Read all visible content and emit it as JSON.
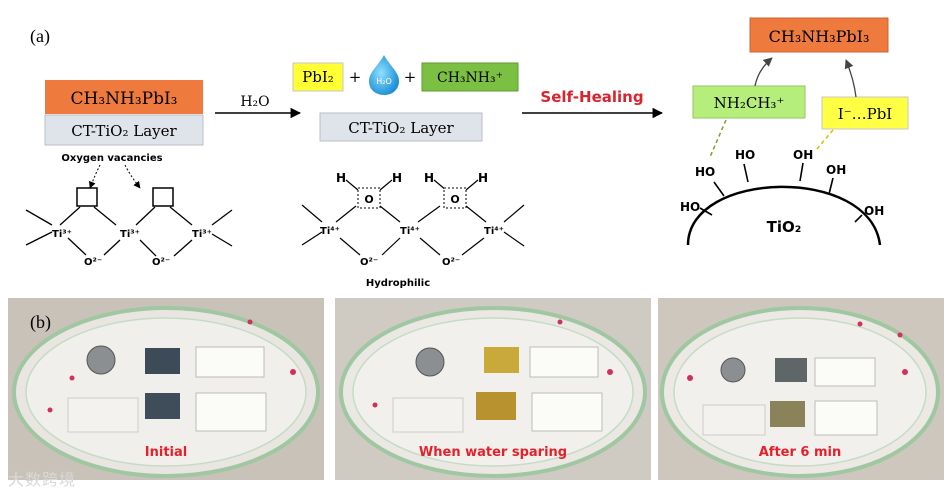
{
  "panel_a": {
    "label": "(a)",
    "left": {
      "perovskite": "CH₃NH₃PbI₃",
      "layer": "CT-TiO₂ Layer",
      "note": "Oxygen vacancies",
      "ti3_a": "Ti³⁺",
      "ti3_b": "Ti³⁺",
      "ti3_c": "Ti³⁺",
      "o2_a": "O²⁻",
      "o2_b": "O²⁻"
    },
    "arrow1_label": "H₂O",
    "middle": {
      "pbi2": "PbI₂",
      "plus1": "+",
      "water": "H₂O",
      "plus2": "+",
      "methylammonium": "CH₃NH₃⁺",
      "layer": "CT-TiO₂ Layer",
      "h1": "H",
      "h2": "H",
      "h3": "H",
      "h4": "H",
      "o_1": "O",
      "o_2": "O",
      "ti4_a": "Ti⁴⁺",
      "ti4_b": "Ti⁴⁺",
      "ti4_c": "Ti⁴⁺",
      "o2_a": "O²⁻",
      "o2_b": "O²⁻",
      "note": "Hydrophilic"
    },
    "arrow2_label": "Self-Healing",
    "right": {
      "product": "CH₃NH₃PbI₃",
      "methylamine": "NH₂CH₃⁺",
      "iodide": "I⁻…PbI",
      "ho1": "HO",
      "ho2": "HO",
      "ho3": "HO",
      "oh1": "OH",
      "oh2": "OH",
      "oh3": "OH",
      "substrate": "TiO₂"
    }
  },
  "panel_b": {
    "label": "(b)",
    "captions": [
      "Initial",
      "When water sparing",
      "After 6 min"
    ]
  },
  "watermark": "大数跨境",
  "colors": {
    "orange_box": "#ee7b3d",
    "grey_box": "#dfe3ea",
    "yellow_box": "#ffff33",
    "green_box": "#7bc043",
    "red_text": "#d9232e",
    "photo_bg": "#c9c2b8",
    "caption": "#e4212b"
  }
}
